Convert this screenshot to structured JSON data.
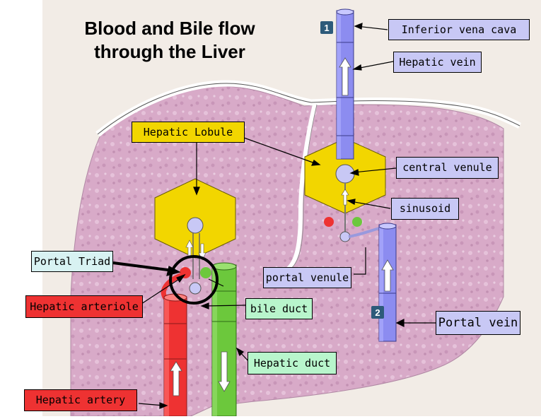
{
  "title_line1": "Blood and Bile flow",
  "title_line2": "through the Liver",
  "colors": {
    "liver": "#d8aac8",
    "lobule": "#f2d600",
    "vein": "#8c8cf0",
    "artery": "#ee3232",
    "duct": "#6cc83c",
    "vein_label_bg": "#c8c8f5",
    "artery_label_bg": "#ee3232",
    "duct_label_bg": "#b8f5cc",
    "triad_label_bg": "#d8f2f2",
    "lobule_label_bg": "#f2d600"
  },
  "badges": {
    "one": "1",
    "two": "2"
  },
  "labels": {
    "inferior_vena_cava": "Inferior vena cava",
    "hepatic_vein": "Hepatic vein",
    "hepatic_lobule": "Hepatic Lobule",
    "central_venule": "central venule",
    "sinusoid": "sinusoid",
    "portal_triad": "Portal Triad",
    "portal_venule": "portal venule",
    "hepatic_arteriole": "Hepatic arteriole",
    "bile_duct": "bile duct",
    "portal_vein": "Portal vein",
    "hepatic_duct": "Hepatic duct",
    "hepatic_artery": "Hepatic artery"
  }
}
